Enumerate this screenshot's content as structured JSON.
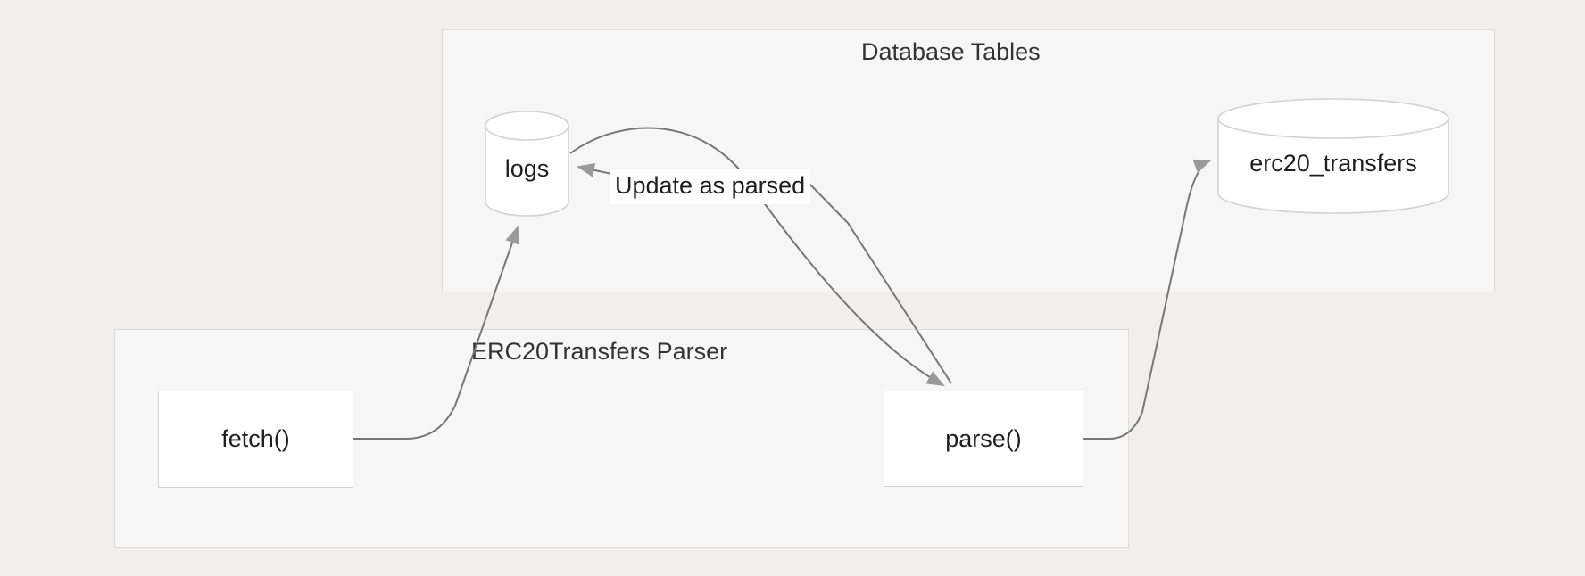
{
  "diagram": {
    "type": "flowchart",
    "background_color": "#f0efed",
    "subgraphs": [
      {
        "id": "database-tables",
        "title": "Database Tables",
        "fill": "#f6f6f6",
        "stroke": "#dcdcdc",
        "nodes": [
          "logs",
          "erc20_transfers"
        ]
      },
      {
        "id": "erc20transfers-parser",
        "title": "ERC20Transfers Parser",
        "fill": "#f6f6f6",
        "stroke": "#dcdcdc",
        "nodes": [
          "fetch()",
          "parse()"
        ]
      }
    ],
    "nodes": [
      {
        "id": "logs",
        "label": "logs",
        "shape": "cylinder",
        "fill": "#ffffff",
        "stroke": "#d3d3d3"
      },
      {
        "id": "erc20_transfers",
        "label": "erc20_transfers",
        "shape": "cylinder",
        "fill": "#ffffff",
        "stroke": "#d3d3d3"
      },
      {
        "id": "fetch",
        "label": "fetch()",
        "shape": "rect",
        "fill": "#ffffff",
        "stroke": "#d3d3d3"
      },
      {
        "id": "parse",
        "label": "parse()",
        "shape": "rect",
        "fill": "#ffffff",
        "stroke": "#d3d3d3"
      }
    ],
    "edges": [
      {
        "id": "fetch-to-logs",
        "from": "fetch",
        "to": "logs",
        "label": "",
        "arrow": true
      },
      {
        "id": "logs-to-parse",
        "from": "logs",
        "to": "parse",
        "label": "",
        "arrow": true
      },
      {
        "id": "parse-to-logs",
        "from": "parse",
        "to": "logs",
        "label": "Update as parsed",
        "arrow": true
      },
      {
        "id": "parse-to-erc20",
        "from": "parse",
        "to": "erc20_transfers",
        "label": "",
        "arrow": true
      }
    ],
    "edge_stroke": "#777777",
    "edge_label_bg": "#ffffff",
    "text_color": "#1f1f1f",
    "title_color": "#333333"
  }
}
